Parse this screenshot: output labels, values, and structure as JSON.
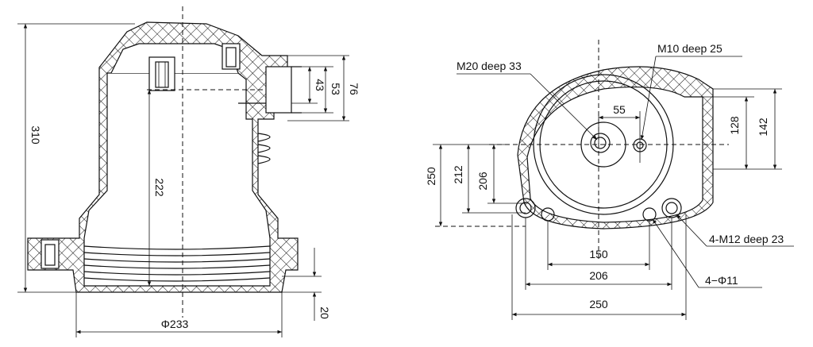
{
  "left_view": {
    "dims": {
      "total_height": "310",
      "inner_depth": "222",
      "port_43": "43",
      "port_53": "53",
      "port_76": "76",
      "bottom_20": "20",
      "diameter": "Φ233"
    }
  },
  "right_view": {
    "labels": {
      "m20": "M20 deep 33",
      "m10": "M10 deep 25",
      "m12": "4-M12 deep 23",
      "phi11": "4−Φ11"
    },
    "dims": {
      "d55": "55",
      "d128": "128",
      "d142": "142",
      "d250v": "250",
      "d212": "212",
      "d206v": "206",
      "d150": "150",
      "d206h": "206",
      "d250h": "250"
    }
  }
}
